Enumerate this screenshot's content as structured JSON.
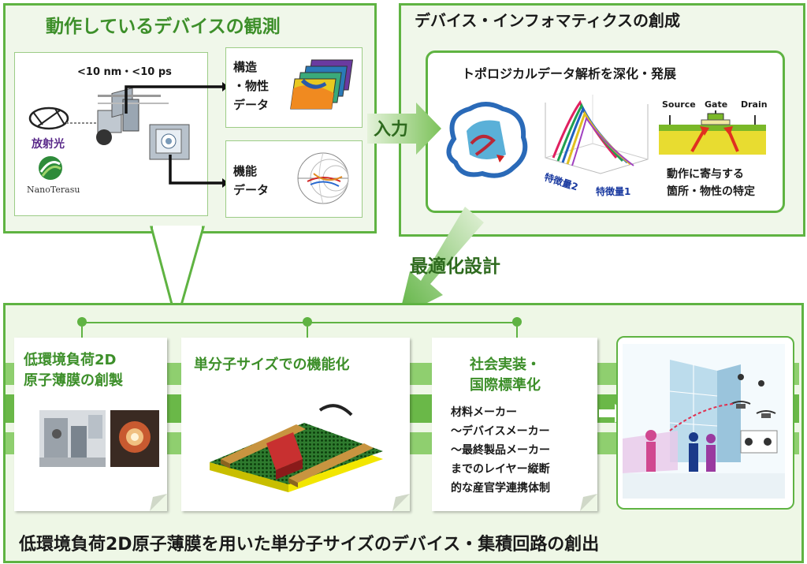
{
  "observe": {
    "title": "動作しているデバイスの観測",
    "resolution": "<10 nm・<10 ps",
    "radiation": "放射光",
    "logo": "NanoTerasu",
    "struct_line1": "構造",
    "struct_line2": "・物性",
    "struct_line3": "データ",
    "func_line1": "機能",
    "func_line2": "データ"
  },
  "informatics": {
    "title": "デバイス・インフォマティクスの創成",
    "subtitle": "トポロジカルデータ解析を深化・発展",
    "feature2": "特徴量2",
    "feature1": "特徴量1",
    "source": "Source",
    "gate": "Gate",
    "drain": "Drain",
    "identify_line1": "動作に寄与する",
    "identify_line2": "箇所・物性の特定"
  },
  "arrows": {
    "input": "入力",
    "optimize": "最適化設計"
  },
  "steps": {
    "step1_line1": "低環境負荷2D",
    "step1_line2": "原子薄膜の創製",
    "step2": "単分子サイズでの機能化",
    "step3_line1": "社会実装・",
    "step3_line2": "国際標準化",
    "step3_body": [
      "材料メーカー",
      "〜デバイスメーカー",
      "〜最終製品メーカー",
      "までのレイヤー縦断",
      "的な産官学連携体制"
    ]
  },
  "footer": "低環境負荷2D原子薄膜を用いた単分子サイズのデバイス・集積回路の創出",
  "colors": {
    "accent_green": "#5fb342",
    "dark_green": "#3d8f2a",
    "band_green": "#8fcf6f",
    "red_arrow": "#e03020",
    "film_yellow": "#f2e600"
  }
}
